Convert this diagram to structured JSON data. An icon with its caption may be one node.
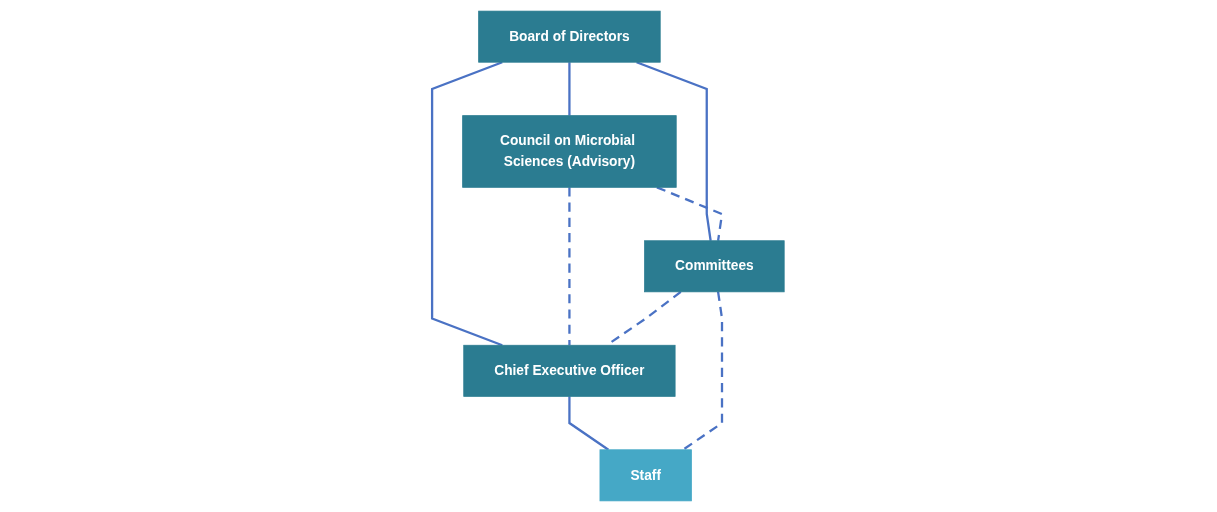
{
  "diagram": {
    "nodes": [
      {
        "text": [
          "Board of Directors"
        ]
      },
      {
        "text": [
          "Council on Microbial Sciences (Advisory)"
        ]
      },
      {
        "text": [
          "Committees"
        ]
      },
      {
        "text": [
          "Chief Executive Officer"
        ]
      },
      {
        "text": [
          "Staff"
        ]
      }
    ],
    "edges": [
      {
        "from": 0,
        "to": 1,
        "arrow": "none"
      },
      {
        "from": 0,
        "to": 2,
        "arrow": "none"
      },
      {
        "from": 0,
        "to": 3,
        "arrow": "none"
      },
      {
        "from": 1,
        "to": 3,
        "arrow": "none",
        "style": "dashed"
      },
      {
        "from": 1,
        "to": 2,
        "arrow": "none",
        "style": "dashed"
      },
      {
        "from": 2,
        "to": 3,
        "arrow": "none",
        "style": "dashed"
      },
      {
        "from": 3,
        "to": 4,
        "arrow": "none"
      },
      {
        "from": 2,
        "to": 4,
        "arrow": "none",
        "style": "dashed"
      }
    ]
  }
}
